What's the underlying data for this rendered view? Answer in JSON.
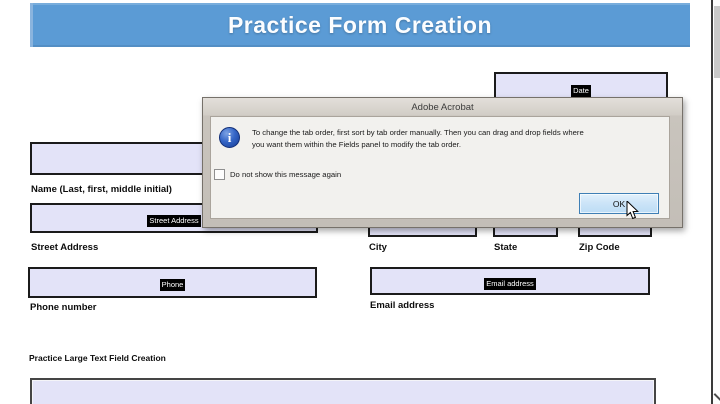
{
  "header": {
    "title": "Practice Form Creation"
  },
  "form": {
    "date_field": {
      "name_tag": "Date"
    },
    "name_field": {
      "label": "Name (Last, first, middle initial)"
    },
    "street_field": {
      "name_tag": "Street Address",
      "label": "Street Address"
    },
    "city_field": {
      "label": "City"
    },
    "state_field": {
      "label": "State"
    },
    "zip_field": {
      "label": "Zip Code"
    },
    "phone_field": {
      "name_tag": "Phone",
      "label": "Phone number"
    },
    "email_field": {
      "name_tag": "Email address",
      "label": "Email address"
    },
    "large_text_section_label": "Practice Large Text Field Creation"
  },
  "dialog": {
    "title": "Adobe Acrobat",
    "message_line1": "To change the tab order, first sort by tab order manually. Then you can drag and drop fields where",
    "message_line2": "you want them within the Fields panel to modify the tab order.",
    "checkbox_label": "Do not show this message again",
    "checkbox_checked": false,
    "ok_label": "OK",
    "info_icon_glyph": "i"
  },
  "colors": {
    "header_blue": "#5b9bd5",
    "field_fill": "#e3e3f8",
    "field_border": "#1b1b1b",
    "highlight_bg": "#000000",
    "highlight_text": "#ffffff",
    "dialog_frame": "#c9c4bd",
    "dialog_body": "#f2f1ee",
    "ok_button_fill": "#cde5f8",
    "ok_button_border": "#3f7fb5",
    "info_icon_blue": "#3566c7"
  }
}
